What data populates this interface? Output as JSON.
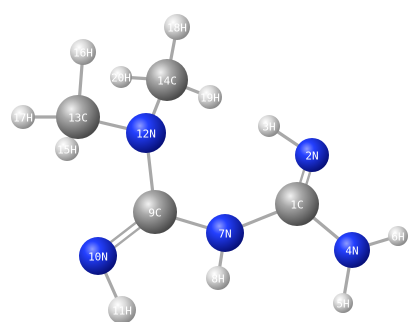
{
  "molecule": {
    "atoms": [
      {
        "id": "1C",
        "element": "C",
        "label": "1C"
      },
      {
        "id": "2N",
        "element": "N",
        "label": "2N"
      },
      {
        "id": "3H",
        "element": "H",
        "label": "3H"
      },
      {
        "id": "4N",
        "element": "N",
        "label": "4N"
      },
      {
        "id": "5H",
        "element": "H",
        "label": "5H"
      },
      {
        "id": "6H",
        "element": "H",
        "label": "6H"
      },
      {
        "id": "7N",
        "element": "N",
        "label": "7N"
      },
      {
        "id": "8H",
        "element": "H",
        "label": "8H"
      },
      {
        "id": "9C",
        "element": "C",
        "label": "9C"
      },
      {
        "id": "10N",
        "element": "N",
        "label": "10N"
      },
      {
        "id": "11H",
        "element": "H",
        "label": "11H"
      },
      {
        "id": "12N",
        "element": "N",
        "label": "12N"
      },
      {
        "id": "13C",
        "element": "C",
        "label": "13C"
      },
      {
        "id": "14C",
        "element": "C",
        "label": "14C"
      },
      {
        "id": "15H",
        "element": "H",
        "label": "15H"
      },
      {
        "id": "16H",
        "element": "H",
        "label": "16H"
      },
      {
        "id": "17H",
        "element": "H",
        "label": "17H"
      },
      {
        "id": "18H",
        "element": "H",
        "label": "18H"
      },
      {
        "id": "19H",
        "element": "H",
        "label": "19H"
      },
      {
        "id": "20H",
        "element": "H",
        "label": "20H"
      }
    ],
    "bonds": [
      {
        "a": "1C",
        "b": "2N",
        "order": 2
      },
      {
        "a": "2N",
        "b": "3H",
        "order": 1
      },
      {
        "a": "1C",
        "b": "4N",
        "order": 1
      },
      {
        "a": "4N",
        "b": "5H",
        "order": 1
      },
      {
        "a": "4N",
        "b": "6H",
        "order": 1
      },
      {
        "a": "1C",
        "b": "7N",
        "order": 1
      },
      {
        "a": "7N",
        "b": "8H",
        "order": 1
      },
      {
        "a": "7N",
        "b": "9C",
        "order": 1
      },
      {
        "a": "9C",
        "b": "10N",
        "order": 2
      },
      {
        "a": "10N",
        "b": "11H",
        "order": 1
      },
      {
        "a": "9C",
        "b": "12N",
        "order": 1
      },
      {
        "a": "12N",
        "b": "13C",
        "order": 1
      },
      {
        "a": "12N",
        "b": "14C",
        "order": 1
      },
      {
        "a": "13C",
        "b": "15H",
        "order": 1
      },
      {
        "a": "13C",
        "b": "16H",
        "order": 1
      },
      {
        "a": "13C",
        "b": "17H",
        "order": 1
      },
      {
        "a": "14C",
        "b": "18H",
        "order": 1
      },
      {
        "a": "14C",
        "b": "19H",
        "order": 1
      },
      {
        "a": "14C",
        "b": "20H",
        "order": 1
      }
    ],
    "colors": {
      "C": "#8c8c8c",
      "N": "#1a2fd6",
      "H": "#d8d8d8",
      "background": "#ffffff"
    }
  }
}
